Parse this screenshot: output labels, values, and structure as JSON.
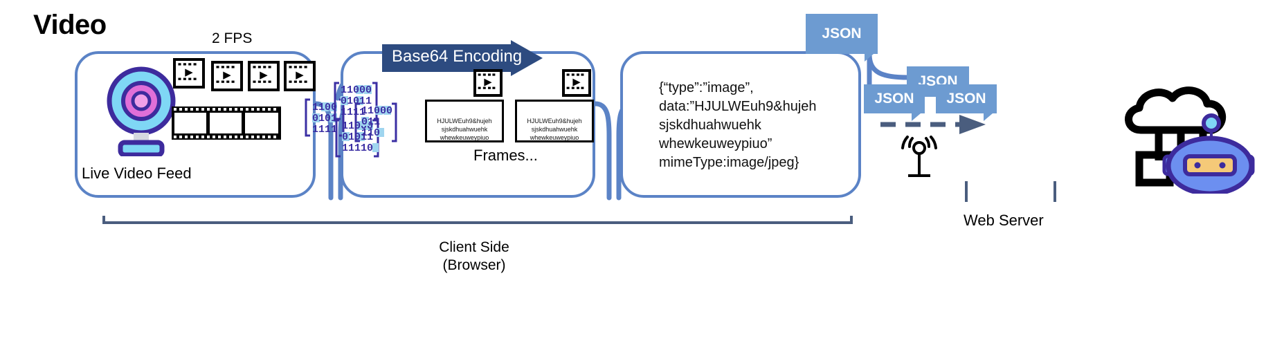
{
  "title": "Video",
  "labels": {
    "fps": "2 FPS",
    "live_feed": "Live Video Feed",
    "frames": "Frames...",
    "web_server": "Web Server",
    "client_side": "Client Side\n(Browser)",
    "base64": "Base64 Encoding"
  },
  "binary_blocks": [
    {
      "name": "binary-block-left",
      "rows": [
        "1100",
        "0101",
        "1111"
      ]
    },
    {
      "name": "binary-block-top",
      "rows": [
        "11000",
        "01011",
        "1111"
      ]
    },
    {
      "name": "binary-block-bottom",
      "rows": [
        "11000",
        "01011",
        "11110"
      ]
    },
    {
      "name": "binary-block-right",
      "rows": [
        "11000",
        "011",
        "110"
      ]
    }
  ],
  "frame_boxes": [
    {
      "name": "frame-box-1",
      "text": "HJULWEuh9&hujeh\nsjskdhuahwuehk\nwhewkeuweypiuo"
    },
    {
      "name": "frame-box-2",
      "text": "HJULWEuh9&hujeh\nsjskdhuahwuehk\nwhewkeuweypiuo"
    }
  ],
  "payload": "{“type”:”image”,\ndata:”HJULWEuh9&hujeh\nsjskdhuahwuehk\nwhewkeuweypiuo”\nmimeType:image/jpeg}",
  "json_bubbles": [
    "JSON",
    "JSON",
    "JSON",
    "JSON"
  ],
  "icons": {
    "webcam": "webcam-icon",
    "filmstrip": "filmstrip-icon",
    "video_frame": "video-frame-icon",
    "antenna": "broadcast-antenna-icon",
    "server": "cloud-server-robot-icon",
    "arrow": "arrow-right-icon"
  },
  "colors": {
    "panel_border": "#5b83c6",
    "arrow_navy": "#2d4b80",
    "json_blue": "#6d9bd1",
    "binary_purple": "#3b2fa3",
    "binary_highlight": "#9fd5ef",
    "webcam_cyan": "#7fd7f5",
    "webcam_purple": "#3d2b9d",
    "webcam_pink": "#e06fd8",
    "robot_blue": "#6c8ff0",
    "robot_face": "#f5c978",
    "slate": "#4a5d7e"
  }
}
